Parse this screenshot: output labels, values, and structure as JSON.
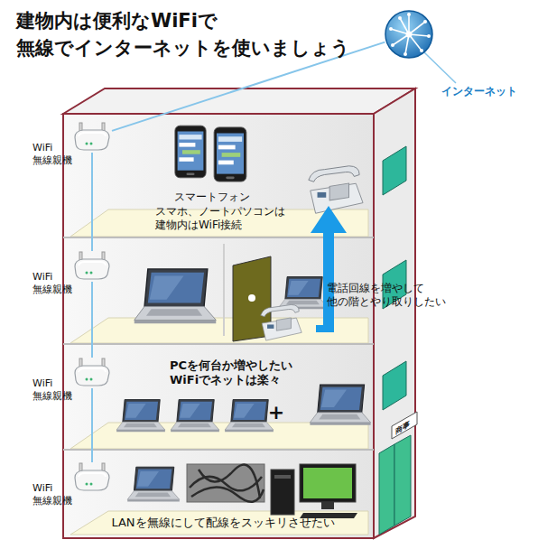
{
  "diagram": {
    "title": "建物内は便利なWiFiで 無線でインターネットを使いましょう",
    "nodes": [
      {
        "text": [
          "インターネット"
        ]
      },
      {
        "text": [
          "WiFi 無線親機"
        ]
      },
      {
        "text": [
          "スマートフォン",
          "スマホ、ノートパソコンは 建物内はWiFi接続"
        ]
      },
      {
        "text": [
          "WiFi 無線親機"
        ]
      },
      {
        "text": [
          "電話回線を増やして 他の階とやり取りしたい"
        ]
      },
      {
        "text": [
          "WiFi 無線親機"
        ]
      },
      {
        "text": [
          "PCを何台か増やしたい WiFiでネットは楽々",
          "+"
        ]
      },
      {
        "text": [
          "WiFi 無線親機"
        ]
      },
      {
        "text": [
          "LANを無線にして配線をスッキリさせたい"
        ]
      }
    ],
    "edges": [
      {
        "from": 1,
        "to": 0,
        "arrow": "none"
      },
      {
        "from": 1,
        "to": 3,
        "arrow": "none"
      },
      {
        "from": 3,
        "to": 5,
        "arrow": "none"
      },
      {
        "from": 5,
        "to": 7,
        "arrow": "none"
      }
    ],
    "labels": [
      "商事"
    ]
  }
}
